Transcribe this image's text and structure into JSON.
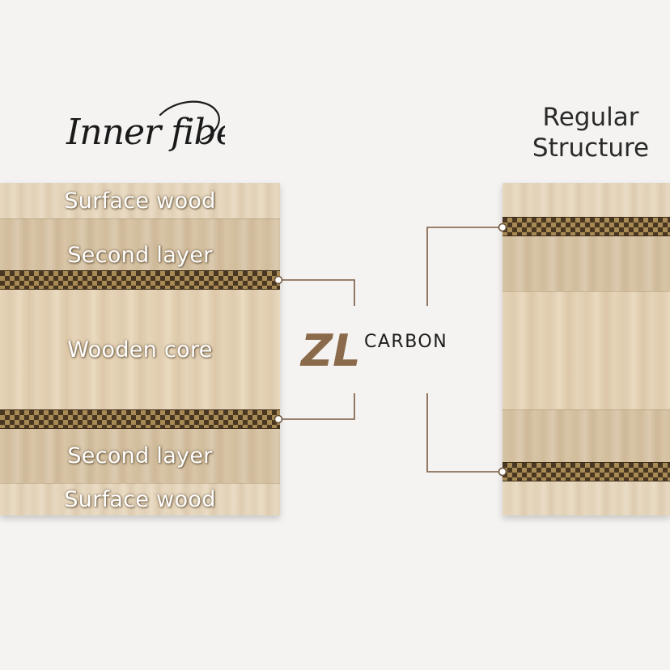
{
  "brand": {
    "logo_text": "Inner fiber",
    "zl_mark": "ZL",
    "zl_word": "CARBON"
  },
  "left_panel": {
    "layers": [
      {
        "label": "Surface wood"
      },
      {
        "label": "Second layer"
      },
      {
        "label": ""
      },
      {
        "label": "Wooden core"
      },
      {
        "label": ""
      },
      {
        "label": "Second layer"
      },
      {
        "label": "Surface wood"
      }
    ]
  },
  "right_panel": {
    "title_line1": "Regular",
    "title_line2": "Structure"
  },
  "colors": {
    "background": "#f4f3f2",
    "connector": "#7a5a40",
    "accent": "#8a6a4a"
  },
  "icons": {
    "logo": "inner-fiber-logo-swoosh",
    "carbon_layer": "carbon-weave-pattern",
    "connector_dot": "connector-dot-icon"
  }
}
